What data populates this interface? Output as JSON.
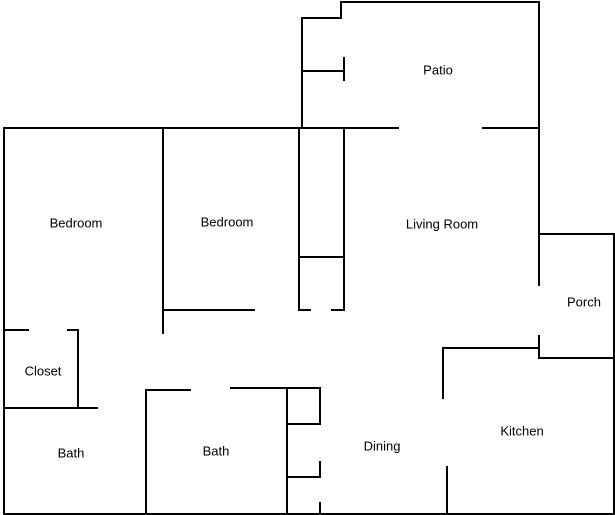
{
  "rooms": {
    "patio": "Patio",
    "bedroom_left": "Bedroom",
    "bedroom_right": "Bedroom",
    "living_room": "Living Room",
    "porch": "Porch",
    "closet": "Closet",
    "bath_left": "Bath",
    "bath_center": "Bath",
    "dining": "Dining",
    "kitchen": "Kitchen"
  },
  "colors": {
    "line": "#000000",
    "background": "#ffffff"
  }
}
